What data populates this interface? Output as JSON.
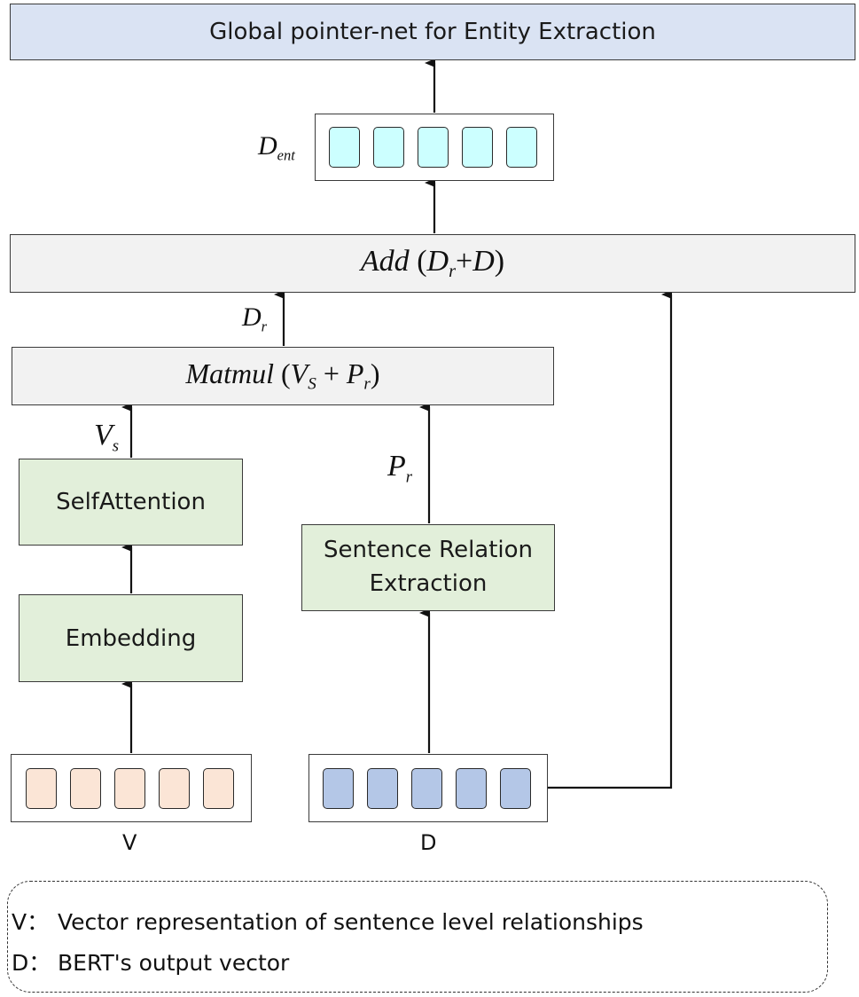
{
  "top_box": {
    "label": "Global pointer-net for Entity Extraction",
    "color": "#dae3f3"
  },
  "d_ent": {
    "symbol": "D",
    "sub": "ent",
    "cell_color": "#ccffff",
    "cell_count": 5
  },
  "add_box": {
    "func": "Add",
    "open": "(",
    "a": "D",
    "a_sub": "r",
    "op": "+",
    "b": "D",
    "close": ")",
    "color": "#f2f2f2"
  },
  "d_r": {
    "symbol": "D",
    "sub": "r"
  },
  "matmul_box": {
    "func": "Matmul",
    "open": "(",
    "a": "V",
    "a_sub": "S",
    "op": "+",
    "b": "P",
    "b_sub": "r",
    "close": ")",
    "color": "#f2f2f2"
  },
  "v_s": {
    "symbol": "V",
    "sub": "s"
  },
  "p_r": {
    "symbol": "P",
    "sub": "r"
  },
  "self_attention": {
    "label": "SelfAttention",
    "color": "#e2efda"
  },
  "embedding": {
    "label": "Embedding",
    "color": "#e2efda"
  },
  "sentence_relation": {
    "line1": "Sentence Relation",
    "line2": "Extraction",
    "color": "#e2efda"
  },
  "v_vector": {
    "caption": "V",
    "cell_color": "#fbe5d6",
    "cell_count": 5
  },
  "d_vector": {
    "caption": "D",
    "cell_color": "#b4c7e7",
    "cell_count": 5
  },
  "legend": [
    {
      "key": "V：",
      "text": "Vector representation of sentence level relationships"
    },
    {
      "key": "D：",
      "text": "BERT's output vector"
    }
  ]
}
